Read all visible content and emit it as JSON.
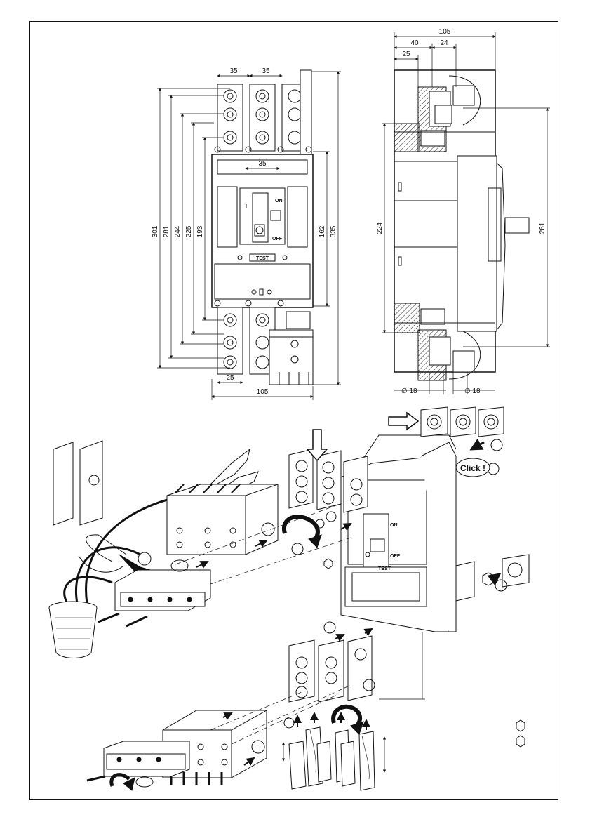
{
  "front_view": {
    "dims_top": [
      "35",
      "35"
    ],
    "dim_inner": "35",
    "dims_left": [
      "301",
      "281",
      "244",
      "225",
      "193"
    ],
    "dims_right": [
      "162",
      "335"
    ],
    "dim_bottom_small": "25",
    "dim_bottom": "105",
    "handle_on": "ON",
    "handle_off": "OFF",
    "handle_i": "I",
    "test_label": "TEST"
  },
  "side_view": {
    "dim_top": "105",
    "dims_upper": [
      "40",
      "24"
    ],
    "dim_25": "25",
    "dim_left": "224",
    "dim_right": "261",
    "dia_left": "∅ 18",
    "dia_right": "∅ 18"
  },
  "assembly": {
    "click_label": "Click !",
    "handle_on": "ON",
    "handle_off": "OFF",
    "test_label": "TEST"
  }
}
